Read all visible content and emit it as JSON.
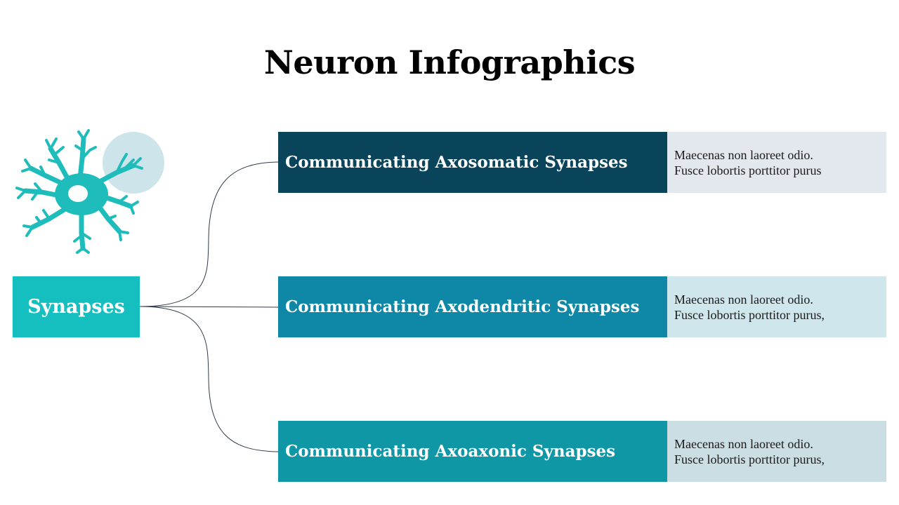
{
  "title": "Neuron Infographics",
  "hub": {
    "label": "Synapses",
    "color": "#16bfbf"
  },
  "accent": {
    "neuron": "#1fbcbc",
    "circle": "#cde5ea",
    "connector": "#2f3a4a"
  },
  "icons": {
    "neuron": "neuron-icon"
  },
  "items": [
    {
      "title": "Communicating Axosomatic Synapses",
      "desc1": "Maecenas non laoreet odio.",
      "desc2": "Fusce lobortis porttitor purus",
      "title_color": "#09445a",
      "desc_color": "#e3e7ee"
    },
    {
      "title": "Communicating Axodendritic Synapses",
      "desc1": "Maecenas non laoreet odio.",
      "desc2": "Fusce lobortis porttitor purus,",
      "title_color": "#0e88a6",
      "desc_color": "#cfe7ec"
    },
    {
      "title": "Communicating Axoaxonic Synapses",
      "desc1": "Maecenas non laoreet odio.",
      "desc2": "Fusce lobortis porttitor purus,",
      "title_color": "#0f97a6",
      "desc_color": "#cbdee3"
    }
  ]
}
